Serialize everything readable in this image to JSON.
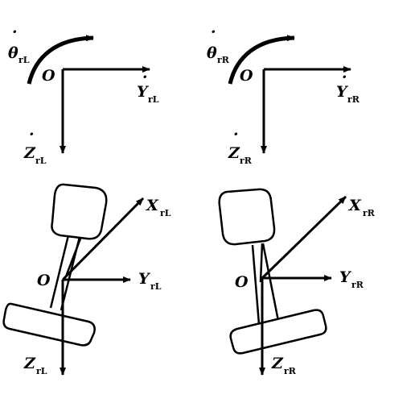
{
  "diagram": {
    "left_top": {
      "rate_symbol": "θ",
      "rate_sub": "rL",
      "origin": "O",
      "y_symbol": "Y",
      "y_sub": "rL",
      "z_symbol": "Z",
      "z_sub": "rL"
    },
    "right_top": {
      "rate_symbol": "θ",
      "rate_sub": "rR",
      "origin": "O",
      "y_symbol": "Y",
      "y_sub": "rR",
      "z_symbol": "Z",
      "z_sub": "rR"
    },
    "left_bottom": {
      "x_symbol": "X",
      "x_sub": "rL",
      "origin": "O",
      "y_symbol": "Y",
      "y_sub": "rL",
      "z_symbol": "Z",
      "z_sub": "rL"
    },
    "right_bottom": {
      "x_symbol": "X",
      "x_sub": "rR",
      "origin": "O",
      "y_symbol": "Y",
      "y_sub": "rR",
      "z_symbol": "Z",
      "z_sub": "rR"
    }
  }
}
